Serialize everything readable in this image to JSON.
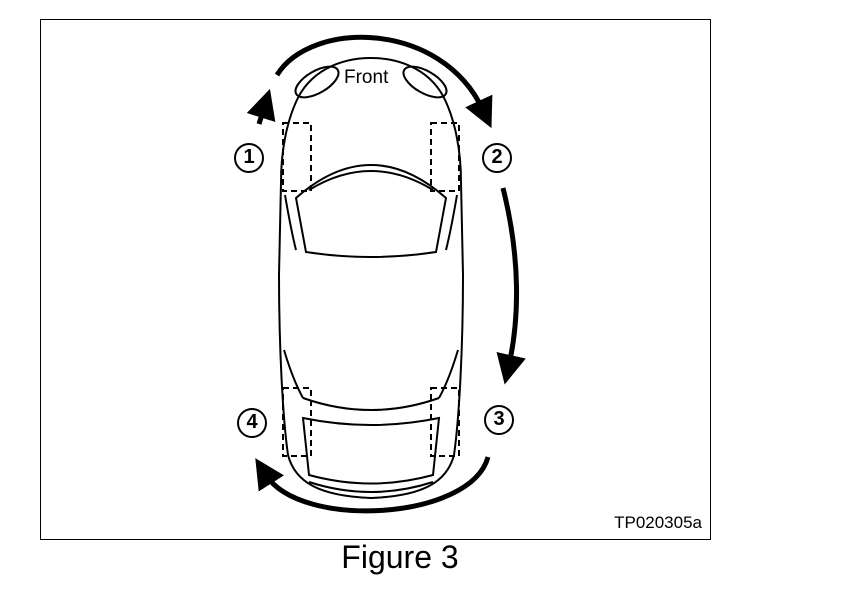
{
  "figure": {
    "front_label": "Front",
    "reference_code": "TP020305a",
    "caption": "Figure 3"
  },
  "positions": [
    "1",
    "2",
    "3",
    "4"
  ],
  "icons": {
    "car": "car-top-view-icon",
    "arrow": "rotation-arrow-icon",
    "tire": "tire-position-outline-icon"
  },
  "colors": {
    "line": "#000000",
    "background": "#ffffff"
  }
}
